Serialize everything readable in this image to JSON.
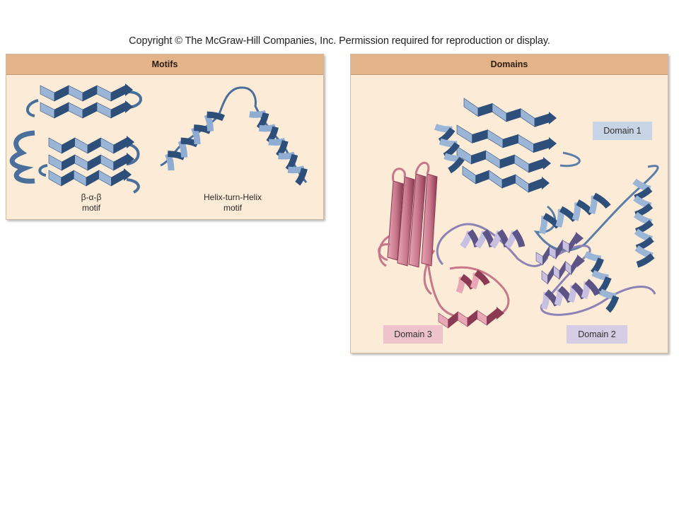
{
  "copyright": "Copyright © The McGraw-Hill Companies, Inc. Permission required for reproduction or display.",
  "colors": {
    "panel_background": "#fcebd7",
    "header_background": "#e3b48a",
    "domain1_tag": "#c6d4e6",
    "domain2_tag": "#d4cde4",
    "domain3_tag": "#efc3cc",
    "blue_ribbon": "#5e82ad",
    "blue_ribbon_dark": "#2d4f7a",
    "purple_ribbon": "#8c82b4",
    "purple_ribbon_dark": "#5d5486",
    "pink_ribbon": "#c8768a",
    "pink_ribbon_dark": "#8a3a52"
  },
  "motifs_panel": {
    "title": "Motifs",
    "bab": {
      "line1": "β-α-β",
      "line2": "motif"
    },
    "hth": {
      "line1": "Helix-turn-Helix",
      "line2": "motif"
    }
  },
  "domains_panel": {
    "title": "Domains",
    "labels": {
      "domain1": "Domain 1",
      "domain2": "Domain 2",
      "domain3": "Domain 3"
    }
  }
}
